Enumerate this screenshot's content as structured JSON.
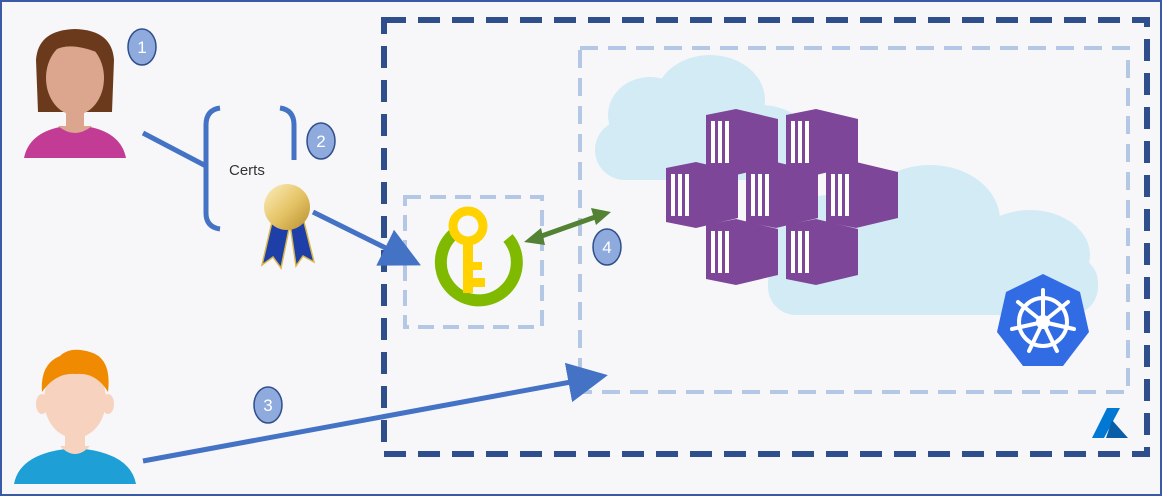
{
  "certs_label": "Certs",
  "steps": [
    "1",
    "2",
    "3",
    "4"
  ],
  "colors": {
    "frame": "#3b5aa5",
    "background": "#f7f7f9",
    "azure_boundary": "#2f4e8c",
    "cluster_boundary": "#b4c8e6",
    "keyvault_boundary": "#b4c8e6",
    "arrow_blue": "#4472c4",
    "arrow_green": "#548235",
    "step_badge": "#8faadc",
    "cloud": "#d3ebf5",
    "container": "#7d4698",
    "keyvault_ring": "#7fba00",
    "key": "#ffd200",
    "kubernetes": "#326ce5",
    "azure_logo": "#0078d4"
  },
  "icons": [
    "user-woman-icon",
    "user-man-icon",
    "certificate-ribbon-icon",
    "key-vault-icon",
    "container-icon",
    "cloud-icon",
    "kubernetes-icon",
    "azure-logo-icon"
  ]
}
